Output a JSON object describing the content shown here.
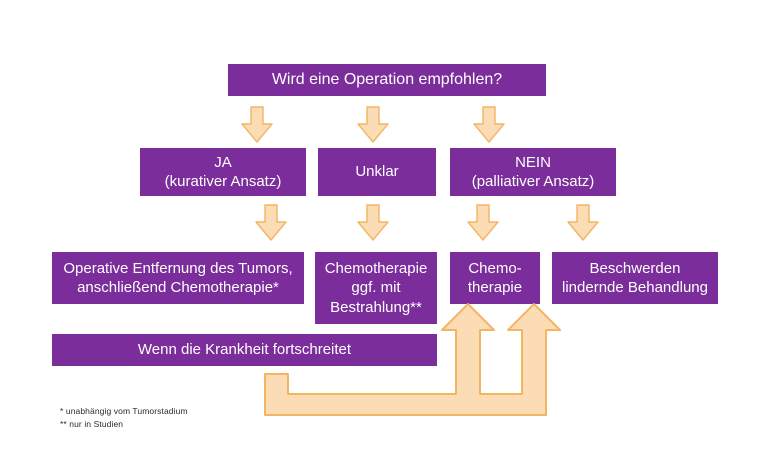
{
  "colors": {
    "purple": "#7B2D9B",
    "arrow_fill": "#FBDCB4",
    "arrow_stroke": "#F2B562",
    "text_on_purple": "#FFFFFF",
    "footnote_text": "#2B2B2B",
    "background": "#FFFFFF"
  },
  "flowchart": {
    "title_box": {
      "label": "Wird eine Operation empfohlen?"
    },
    "decision_row": [
      {
        "label": "JA\n(kurativer Ansatz)"
      },
      {
        "label": "Unklar"
      },
      {
        "label": "NEIN\n(palliativer Ansatz)"
      }
    ],
    "treatment_row": [
      {
        "label": "Operative Entfernung des Tumors,\nanschließend Chemotherapie*"
      },
      {
        "label": "Chemotherapie\nggf. mit\nBestrahlung**"
      },
      {
        "label": "Chemo-\ntherapie"
      },
      {
        "label": "Beschwerden\nlindernde Behandlung"
      }
    ],
    "progression_box": {
      "label": "Wenn die Krankheit fortschreitet"
    },
    "connectors": {
      "down_arrows_to_decision": 3,
      "down_arrows_to_treatment": 4,
      "feedback_arrow": {
        "description": "horizontal bar from progression box branching up into Chemotherapie and Beschwerden lindernde Behandlung",
        "up_arrow_targets": [
          "Chemo-therapie",
          "Beschwerden lindernde Behandlung"
        ]
      }
    },
    "footnotes": [
      {
        "marker": "*",
        "text": "* unabhängig vom Tumorstadium"
      },
      {
        "marker": "**",
        "text": "** nur in Studien"
      }
    ]
  }
}
